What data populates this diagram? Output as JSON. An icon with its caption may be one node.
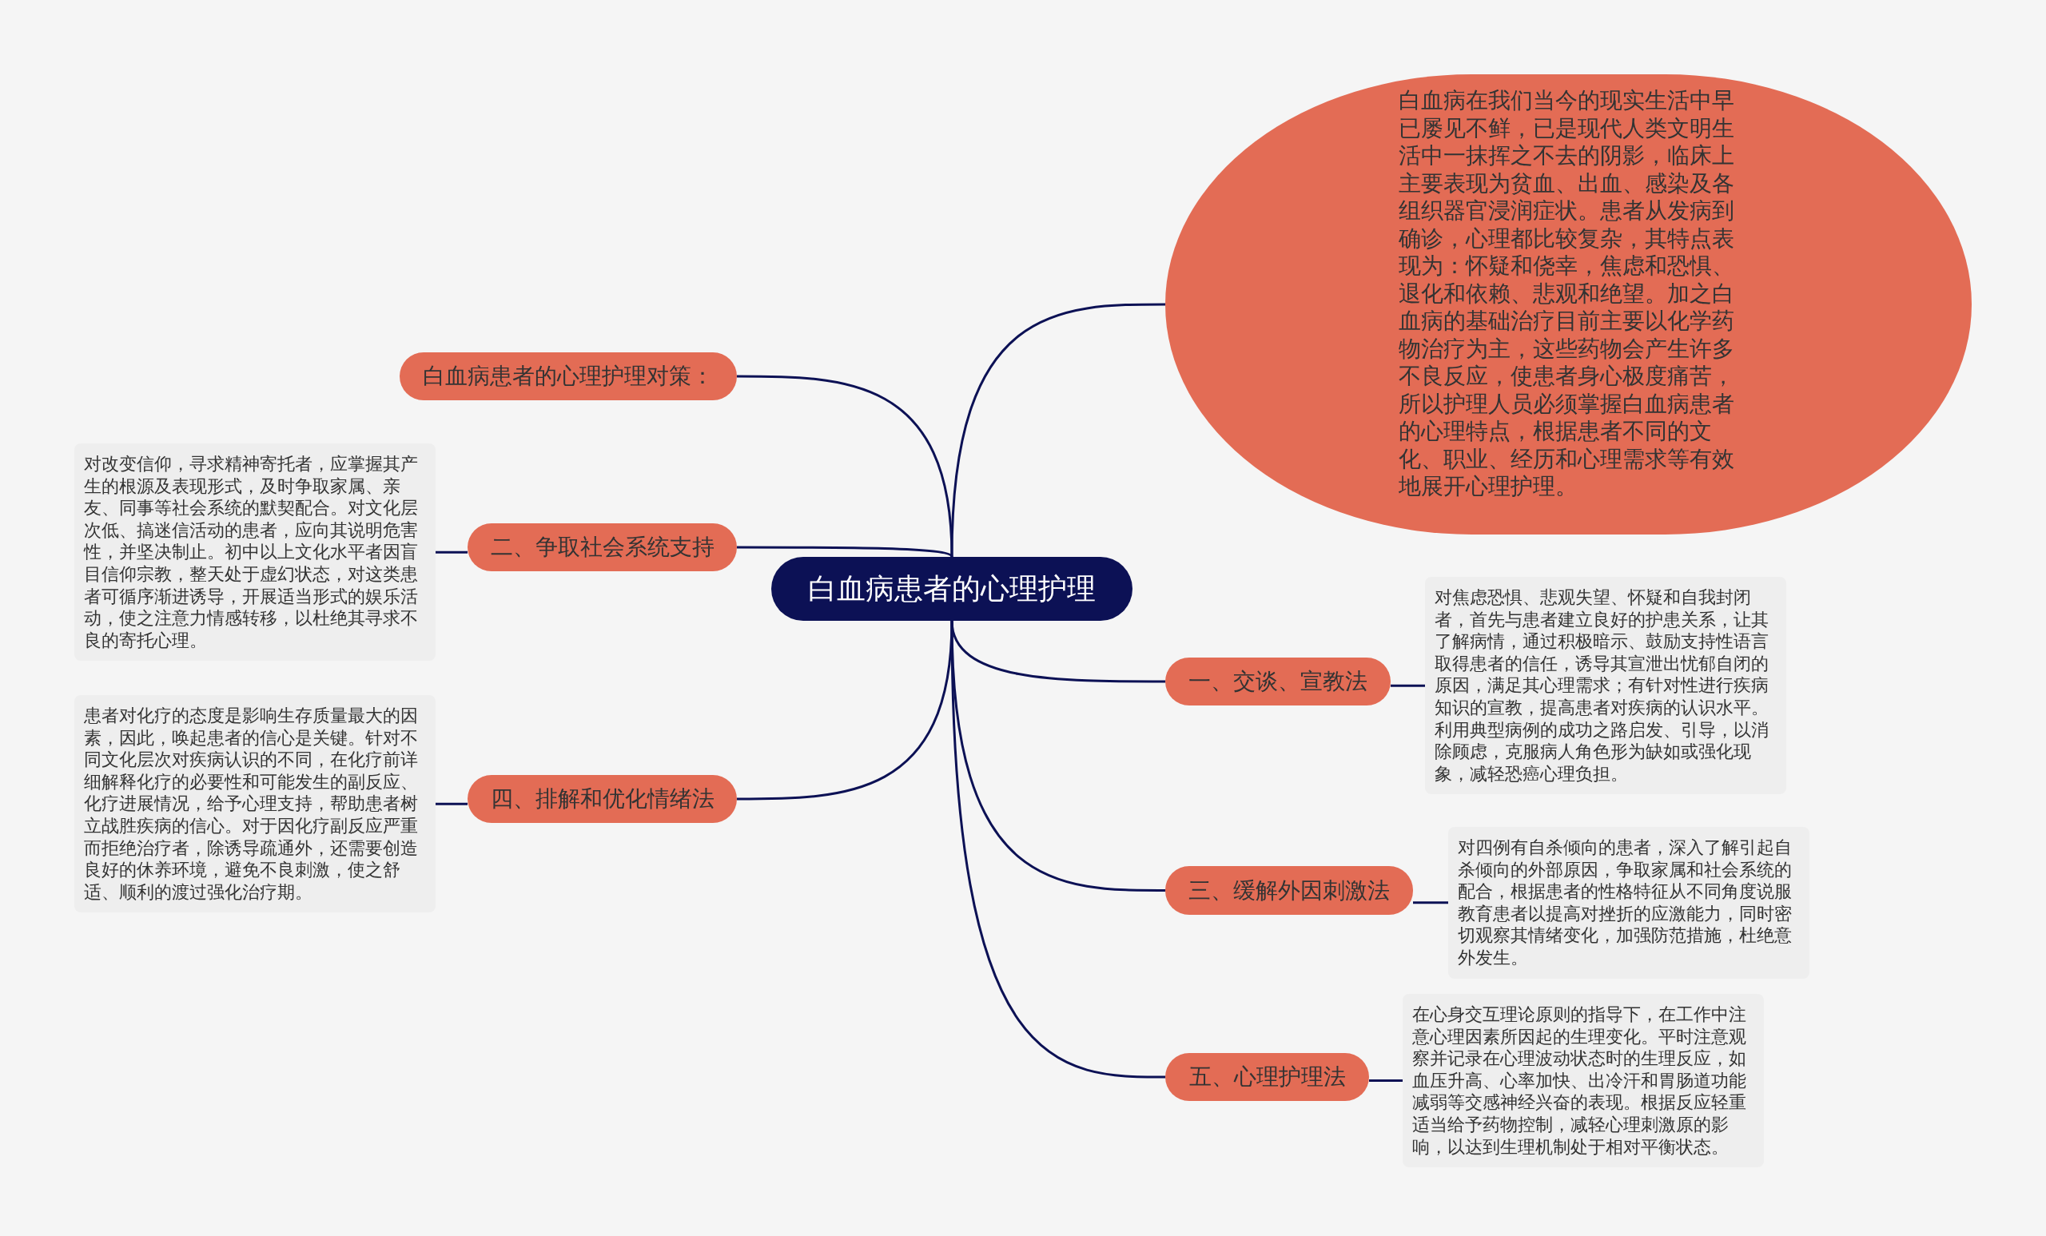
{
  "diagram": {
    "nodes": [
      {
        "text": [
          "白血病患者的心理护理"
        ]
      },
      {
        "text": [
          "白血病在我们当今的现实生活中早已屡见不鲜，已是现代人类文明生活中一抹挥之不去的阴影，临床上主要表现为贫血、出血、感染及各组织器官浸润症状。患者从发病到确诊，心理都比较复杂，其特点表现为：怀疑和侥幸，焦虑和恐惧、退化和依赖、悲观和绝望。加之白血病的基础治疗目前主要以化学药物治疗为主，这些药物会产生许多不良反应，使患者身心极度痛苦，所以护理人员必须掌握白血病患者的心理特点，根据患者不同的文化、职业、经历和心理需求等有效地展开心理护理。"
        ]
      },
      {
        "text": [
          "白血病患者的心理护理对策："
        ]
      },
      {
        "text": [
          "二、争取社会系统支持"
        ]
      },
      {
        "text": [
          "对改变信仰，寻求精神寄托者，应掌握其产生的根源及表现形式，及时争取家属、亲友、同事等社会系统的默契配合。对文化层次低、搞迷信活动的患者，应向其说明危害性，并坚决制止。初中以上文化水平者因盲目信仰宗教，整天处于虚幻状态，对这类患者可循序渐进诱导，开展适当形式的娱乐活动，使之注意力情感转移，以杜绝其寻求不良的寄托心理。"
        ]
      },
      {
        "text": [
          "四、排解和优化情绪法"
        ]
      },
      {
        "text": [
          "患者对化疗的态度是影响生存质量最大的因素，因此，唤起患者的信心是关键。针对不同文化层次对疾病认识的不同，在化疗前详细解释化疗的必要性和可能发生的副反应、化疗进展情况，给予心理支持，帮助患者树立战胜疾病的信心。对于因化疗副反应严重而拒绝治疗者，除诱导疏通外，还需要创造良好的休养环境，避免不良刺激，使之舒适、顺利的渡过强化治疗期。"
        ]
      },
      {
        "text": [
          "一、交谈、宣教法"
        ]
      },
      {
        "text": [
          "对焦虑恐惧、悲观失望、怀疑和自我封闭者，首先与患者建立良好的护患关系，让其了解病情，通过积极暗示、鼓励支持性语言取得患者的信任，诱导其宣泄出忧郁自闭的原因，满足其心理需求；有针对性进行疾病知识的宣教，提高患者对疾病的认识水平。利用典型病例的成功之路启发、引导，以消除顾虑，克服病人角色形为缺如或强化现象，减轻恐癌心理负担。"
        ]
      },
      {
        "text": [
          "三、缓解外因刺激法"
        ]
      },
      {
        "text": [
          "对四例有自杀倾向的患者，深入了解引起自杀倾向的外部原因，争取家属和社会系统的配合，根据患者的性格特征从不同角度说服教育患者以提高对挫折的应激能力，同时密切观察其情绪变化，加强防范措施，杜绝意外发生。"
        ]
      },
      {
        "text": [
          "五、心理护理法"
        ]
      },
      {
        "text": [
          "在心身交互理论原则的指导下，在工作中注意心理因素所因起的生理变化。平时注意观察并记录在心理波动状态时的生理反应，如血压升高、心率加快、出冷汗和胃肠道功能减弱等交感神经兴奋的表现。根据反应轻重适当给予药物控制，减轻心理刺激原的影响，以达到生理机制处于相对平衡状态。"
        ]
      }
    ],
    "edges": [
      {
        "from": 0,
        "to": 1,
        "arrow": "none"
      },
      {
        "from": 0,
        "to": 2,
        "arrow": "none"
      },
      {
        "from": 0,
        "to": 3,
        "arrow": "none"
      },
      {
        "from": 3,
        "to": 4,
        "arrow": "none"
      },
      {
        "from": 0,
        "to": 5,
        "arrow": "none"
      },
      {
        "from": 5,
        "to": 6,
        "arrow": "none"
      },
      {
        "from": 0,
        "to": 7,
        "arrow": "none"
      },
      {
        "from": 7,
        "to": 8,
        "arrow": "none"
      },
      {
        "from": 0,
        "to": 9,
        "arrow": "none"
      },
      {
        "from": 9,
        "to": 10,
        "arrow": "none"
      },
      {
        "from": 0,
        "to": 11,
        "arrow": "none"
      },
      {
        "from": 11,
        "to": 12,
        "arrow": "none"
      }
    ]
  }
}
